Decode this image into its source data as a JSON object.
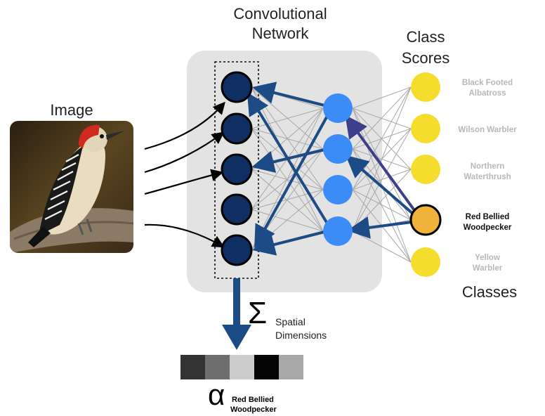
{
  "labels": {
    "image": "Image",
    "network_line1": "Convolutional",
    "network_line2": "Network",
    "scores_line1": "Class",
    "scores_line2": "Scores",
    "classes": "Classes",
    "sigma": "Σ",
    "spatial_line1": "Spatial",
    "spatial_line2": "Dimensions",
    "alpha": "α",
    "alpha_sub_line1": "Red Bellied",
    "alpha_sub_line2": "Woodpecker"
  },
  "classes": [
    {
      "line1": "Black Footed",
      "line2": "Albatross",
      "highlight": false
    },
    {
      "line1": "Wilson Warbler",
      "line2": "",
      "highlight": false
    },
    {
      "line1": "Northern",
      "line2": "Waterthrush",
      "highlight": false
    },
    {
      "line1": "Red Bellied",
      "line2": "Woodpecker",
      "highlight": true
    },
    {
      "line1": "Yellow",
      "line2": "Warbler",
      "highlight": false
    }
  ],
  "alpha_bar_colors": [
    "#333333",
    "#6e6e6e",
    "#cccccc",
    "#050505",
    "#a8a8a8"
  ],
  "colors": {
    "feature_node": "#0f2f62",
    "hidden_node": "#3b8cf7",
    "class_node": "#f5dd2e",
    "class_node_selected": "#f0b23a",
    "arrow": "#1d4b85",
    "panel": "#e3e3e3"
  }
}
